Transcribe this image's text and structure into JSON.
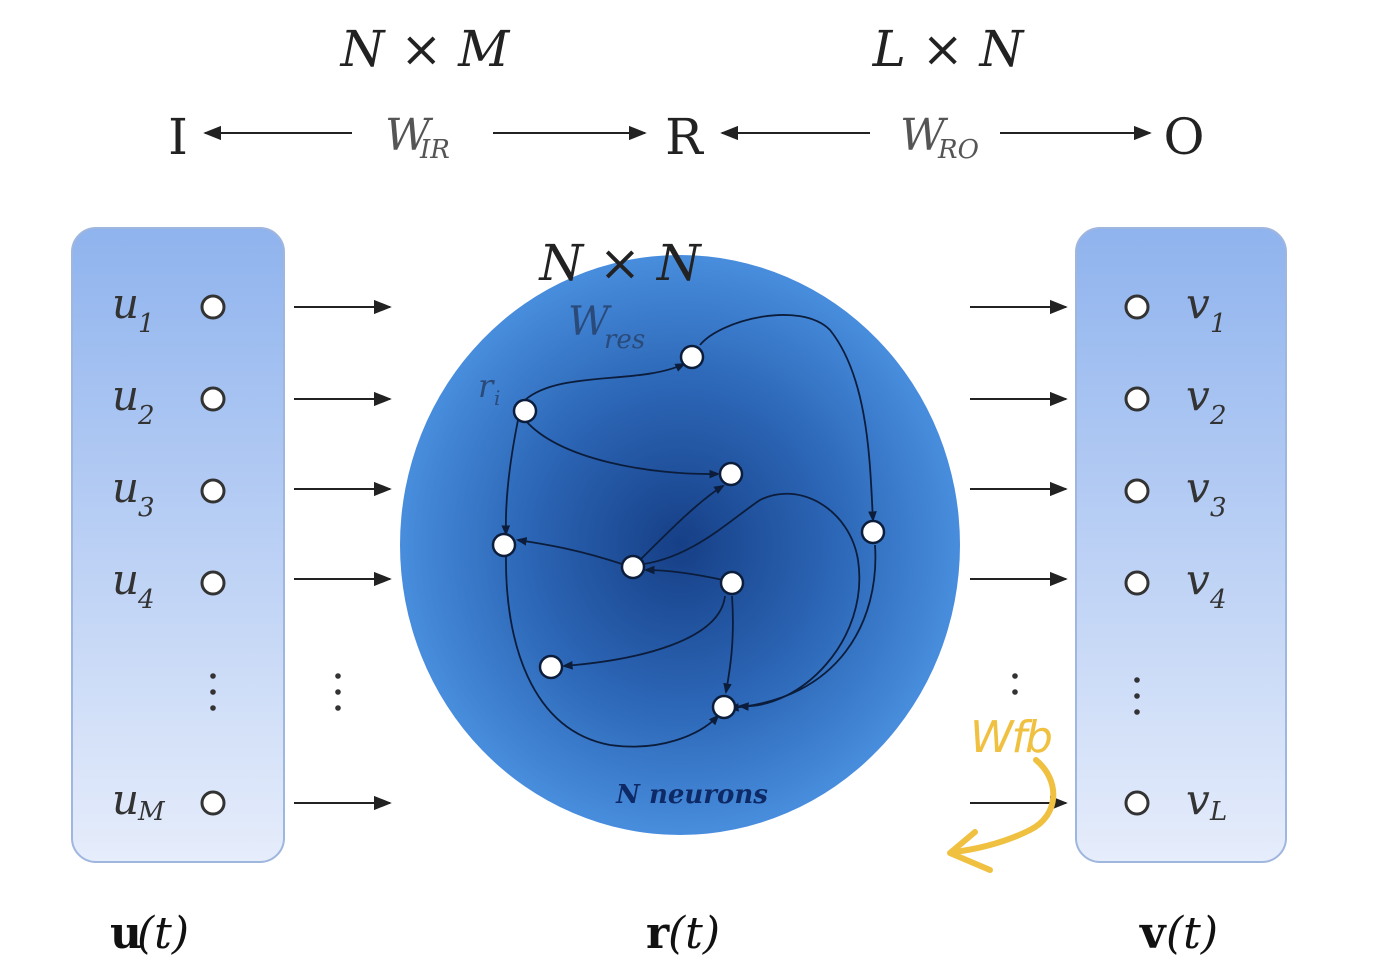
{
  "top": {
    "input_label": "I",
    "reservoir_label": "R",
    "output_label": "O",
    "w_ir": {
      "main": "W",
      "sub": "IR"
    },
    "w_ro": {
      "main": "W",
      "sub": "RO"
    },
    "dim_ir": "N × M",
    "dim_ro": "L × N"
  },
  "reservoir": {
    "dim": "N × N",
    "w_res": {
      "main": "W",
      "sub": "res"
    },
    "r_i": {
      "main": "r",
      "sub": "i"
    },
    "caption": "N neurons"
  },
  "input_units": [
    {
      "main": "u",
      "sub": "1"
    },
    {
      "main": "u",
      "sub": "2"
    },
    {
      "main": "u",
      "sub": "3"
    },
    {
      "main": "u",
      "sub": "4"
    },
    {
      "main": "u",
      "sub": "M"
    }
  ],
  "output_units": [
    {
      "main": "v",
      "sub": "1"
    },
    {
      "main": "v",
      "sub": "2"
    },
    {
      "main": "v",
      "sub": "3"
    },
    {
      "main": "v",
      "sub": "4"
    },
    {
      "main": "v",
      "sub": "L"
    }
  ],
  "vectors": {
    "u": {
      "bold": "u",
      "arg": "(t)"
    },
    "r": {
      "bold": "r",
      "arg": "(t)"
    },
    "v": {
      "bold": "v",
      "arg": "(t)"
    }
  },
  "annotation": {
    "text": "Wfb",
    "color": "#f0c040"
  },
  "colors": {
    "panel_top": "#8fb3ee",
    "panel_bottom": "#e6edfb",
    "reservoir_center": "#163f86",
    "reservoir_edge": "#4f96e6",
    "node_fill": "#ffffff",
    "edge_color": "#0c1d3c"
  }
}
